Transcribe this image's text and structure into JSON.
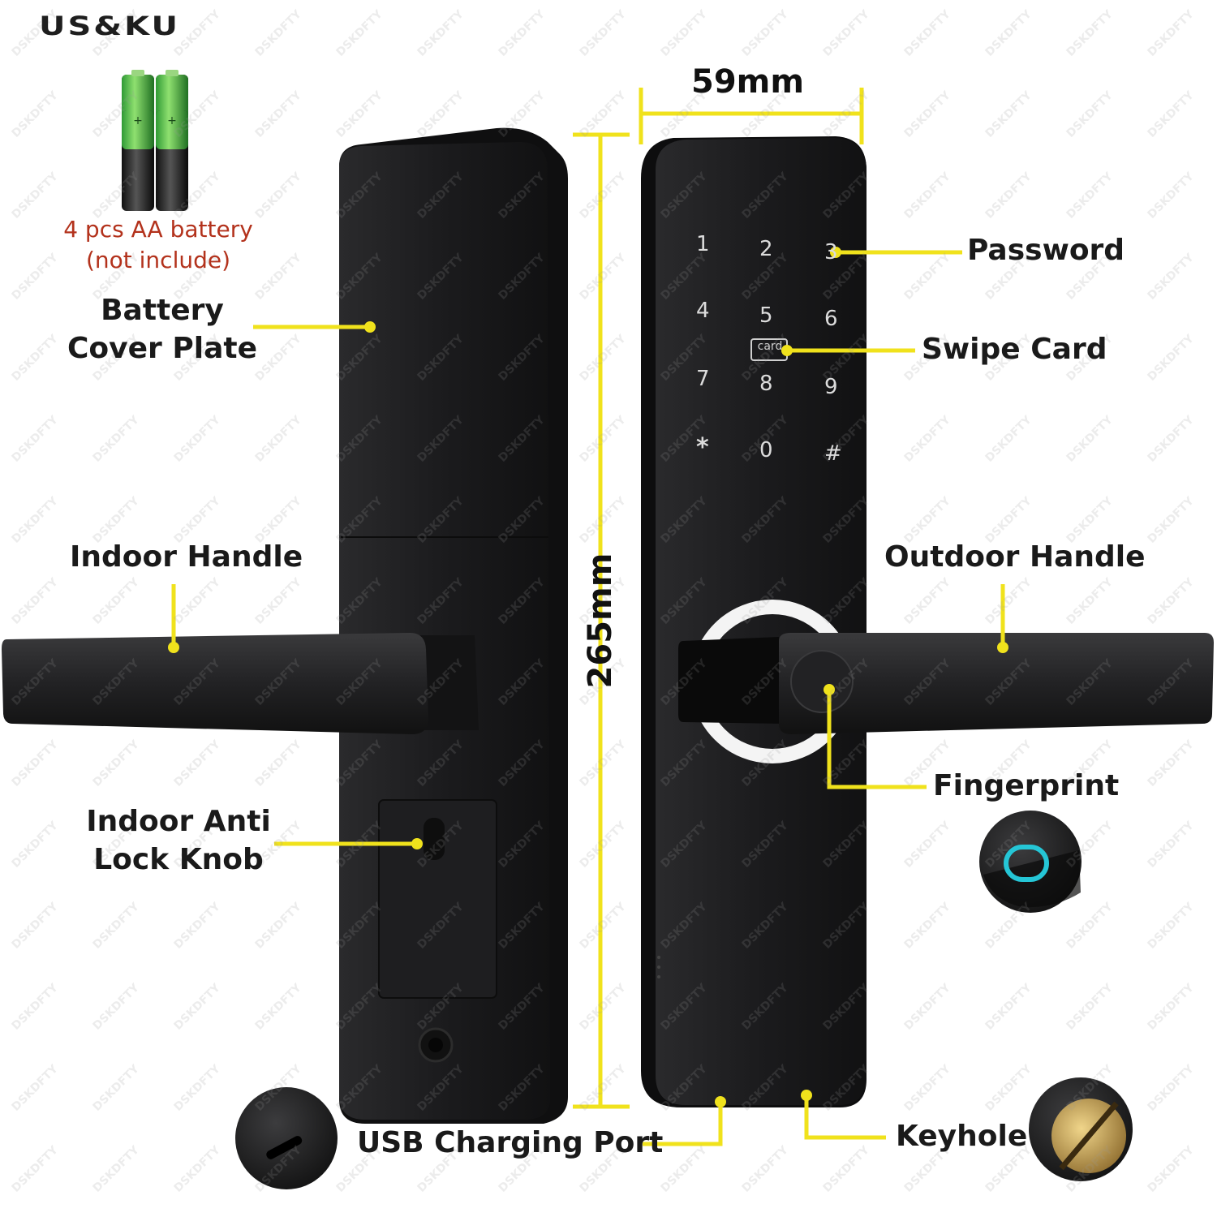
{
  "brand": {
    "logo_text": "US&KU"
  },
  "battery": {
    "line1": "4 pcs AA battery",
    "line2": "(not include)"
  },
  "watermark": "DSKDFTY",
  "dimensions": {
    "width": "59mm",
    "height": "265mm"
  },
  "keypad": {
    "keys": [
      "1",
      "2",
      "3",
      "4",
      "5",
      "6",
      "7",
      "8",
      "9",
      "*",
      "0",
      "#"
    ],
    "card_icon_text": "card"
  },
  "labels": {
    "battery_cover_line1": "Battery",
    "battery_cover_line2": "Cover Plate",
    "indoor_handle": "Indoor Handle",
    "indoor_anti_line1": "Indoor Anti",
    "indoor_anti_line2": "Lock Knob",
    "usb_port": "USB Charging Port",
    "password": "Password",
    "swipe_card": "Swipe Card",
    "outdoor_handle": "Outdoor Handle",
    "fingerprint": "Fingerprint",
    "keyhole": "Keyhole"
  },
  "colors": {
    "callout": "#f0e21c",
    "device": "#1c1c1e",
    "battery_text": "#b3321c",
    "fingerprint_ring": "#25c6d6",
    "key_brass": "#c9a457"
  }
}
